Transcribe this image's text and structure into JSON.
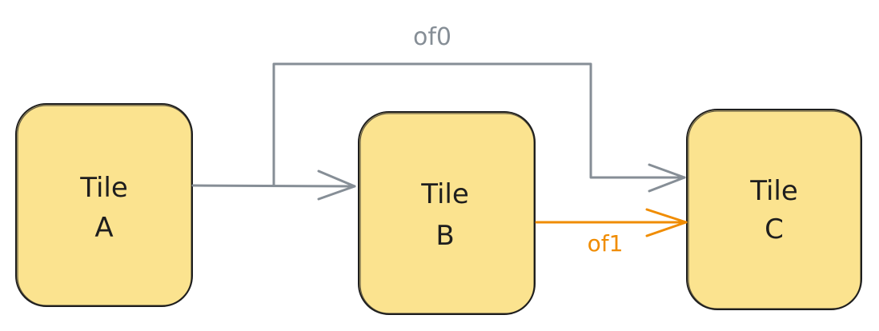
{
  "tiles": {
    "a": {
      "line1": "Tile",
      "line2": "A"
    },
    "b": {
      "line1": "Tile",
      "line2": "B"
    },
    "c": {
      "line1": "Tile",
      "line2": "C"
    }
  },
  "edges": {
    "of0": {
      "label": "of0",
      "color": "#868e96"
    },
    "of1": {
      "label": "of1",
      "color": "#f08c00"
    }
  },
  "colors": {
    "tile_fill": "#fbe38f",
    "tile_stroke": "#1e1e1e"
  }
}
